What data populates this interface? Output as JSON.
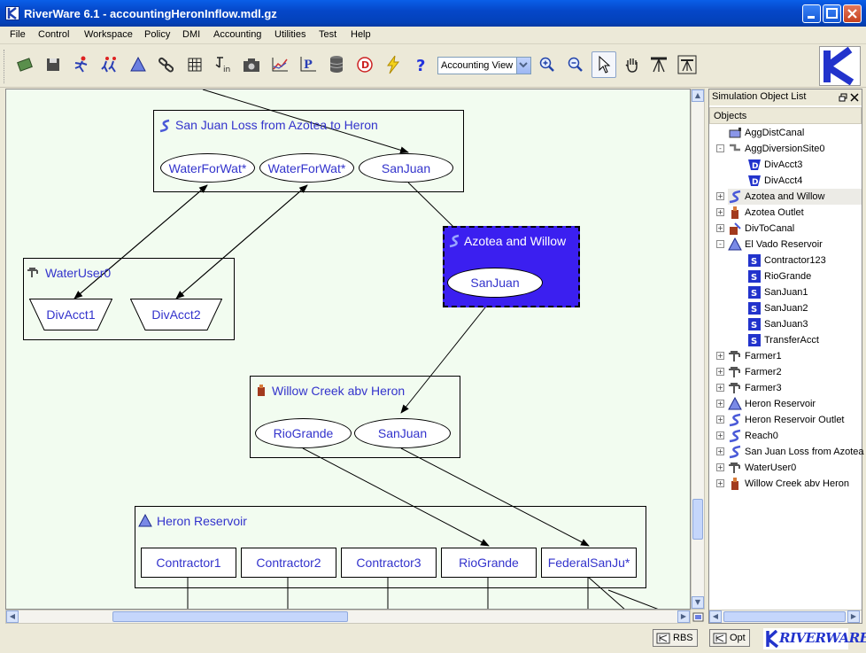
{
  "window": {
    "title": "RiverWare 6.1 - accountingHeronInflow.mdl.gz"
  },
  "menu": [
    "File",
    "Control",
    "Workspace",
    "Policy",
    "DMI",
    "Accounting",
    "Utilities",
    "Test",
    "Help"
  ],
  "toolbar": {
    "view_select": "Accounting View",
    "tools": [
      "open-icon",
      "save-icon",
      "run-icon",
      "run-step-icon",
      "reservoir-icon",
      "link-icon",
      "grid-icon",
      "tin-icon",
      "camera-icon",
      "plot-icon",
      "policy-icon",
      "database-icon",
      "dmi-icon",
      "lightning-icon",
      "help-icon"
    ],
    "right_tools": [
      "zoom-in-icon",
      "zoom-out-icon",
      "pointer-icon",
      "hand-icon",
      "telescope-icon",
      "snapshot-icon"
    ]
  },
  "workspace": {
    "groups": [
      {
        "name": "San Juan Loss from Azotea to Heron",
        "slots": [
          "WaterForWat*",
          "WaterForWat*",
          "SanJuan"
        ]
      },
      {
        "name": "WaterUser0",
        "slots": [
          "DivAcct1",
          "DivAcct2"
        ]
      },
      {
        "name": "Azotea and Willow",
        "slots": [
          "SanJuan"
        ]
      },
      {
        "name": "Willow Creek abv Heron",
        "slots": [
          "RioGrande",
          "SanJuan"
        ]
      },
      {
        "name": "Heron Reservoir",
        "slots": [
          "Contractor1",
          "Contractor2",
          "Contractor3",
          "RioGrande",
          "FederalSanJu*"
        ]
      }
    ],
    "selected_color": "#3b1ff0"
  },
  "panel": {
    "title": "Simulation Object List",
    "column": "Objects",
    "items": [
      {
        "label": "AggDistCanal",
        "icon": "canal-icon",
        "level": 0,
        "expander": ""
      },
      {
        "label": "AggDiversionSite0",
        "icon": "diversion-icon",
        "level": 0,
        "expander": "-"
      },
      {
        "label": "DivAcct3",
        "icon": "div-account-icon",
        "level": 1,
        "expander": ""
      },
      {
        "label": "DivAcct4",
        "icon": "div-account-icon",
        "level": 1,
        "expander": ""
      },
      {
        "label": "Azotea and Willow",
        "icon": "reach-icon",
        "level": 0,
        "expander": "+",
        "selected": true
      },
      {
        "label": "Azotea Outlet",
        "icon": "control-point-icon",
        "level": 0,
        "expander": "+"
      },
      {
        "label": "DivToCanal",
        "icon": "diversion-object-icon",
        "level": 0,
        "expander": "+"
      },
      {
        "label": "El Vado Reservoir",
        "icon": "reservoir-icon",
        "level": 0,
        "expander": "-"
      },
      {
        "label": "Contractor123",
        "icon": "storage-account-icon",
        "level": 1,
        "expander": ""
      },
      {
        "label": "RioGrande",
        "icon": "storage-account-icon",
        "level": 1,
        "expander": ""
      },
      {
        "label": "SanJuan1",
        "icon": "storage-account-icon",
        "level": 1,
        "expander": ""
      },
      {
        "label": "SanJuan2",
        "icon": "storage-account-icon",
        "level": 1,
        "expander": ""
      },
      {
        "label": "SanJuan3",
        "icon": "storage-account-icon",
        "level": 1,
        "expander": ""
      },
      {
        "label": "TransferAcct",
        "icon": "storage-account-icon",
        "level": 1,
        "expander": ""
      },
      {
        "label": "Farmer1",
        "icon": "water-user-icon",
        "level": 0,
        "expander": "+"
      },
      {
        "label": "Farmer2",
        "icon": "water-user-icon",
        "level": 0,
        "expander": "+"
      },
      {
        "label": "Farmer3",
        "icon": "water-user-icon",
        "level": 0,
        "expander": "+"
      },
      {
        "label": "Heron Reservoir",
        "icon": "reservoir-icon",
        "level": 0,
        "expander": "+"
      },
      {
        "label": "Heron Reservoir Outlet",
        "icon": "reach-icon",
        "level": 0,
        "expander": "+"
      },
      {
        "label": "Reach0",
        "icon": "reach-icon",
        "level": 0,
        "expander": "+"
      },
      {
        "label": "San Juan Loss from Azotea",
        "icon": "reach-icon",
        "level": 0,
        "expander": "+"
      },
      {
        "label": "WaterUser0",
        "icon": "water-user-icon",
        "level": 0,
        "expander": "+"
      },
      {
        "label": "Willow Creek abv Heron",
        "icon": "control-point-icon",
        "level": 0,
        "expander": "+"
      }
    ]
  },
  "status": {
    "rbs": "RBS",
    "opt": "Opt",
    "brand": "RIVERWARE"
  }
}
